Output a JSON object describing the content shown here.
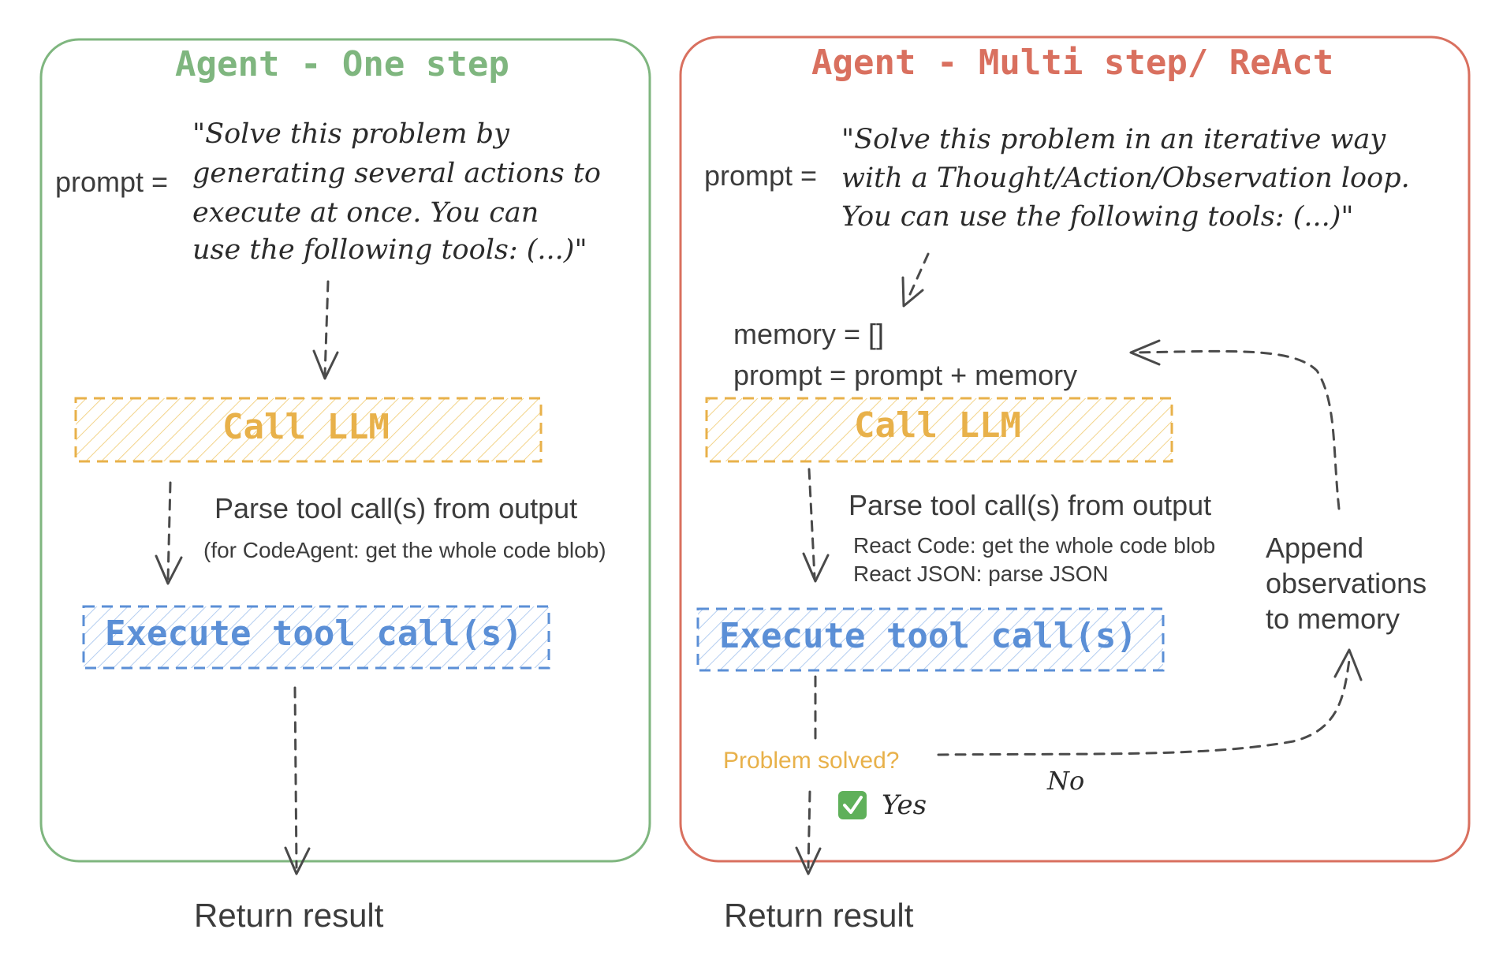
{
  "colors": {
    "green": "#7fb67f",
    "red": "#d9705f",
    "orange": "#e8b14a",
    "blue": "#5b8fd6",
    "arrow": "#4a4a4a",
    "text": "#3c3c3c"
  },
  "left": {
    "title": "Agent - One step",
    "prompt_label": "prompt =",
    "prompt_lines": [
      "\"Solve this problem by",
      "generating several actions to",
      "execute at once. You can",
      "use the following tools: (...)\""
    ],
    "call_llm": "Call LLM",
    "parse_label": "Parse tool call(s) from output",
    "parse_note": "(for CodeAgent: get the whole code blob)",
    "execute": "Execute tool call(s)",
    "return_label": "Return result"
  },
  "right": {
    "title": "Agent - Multi step/ ReAct",
    "prompt_label": "prompt =",
    "prompt_lines": [
      "\"Solve this problem in an iterative way",
      "with a Thought/Action/Observation loop.",
      "You can use the following tools: (...)\""
    ],
    "memory_line": "memory = []",
    "prompt_memory_line": "prompt = prompt + memory",
    "call_llm": "Call LLM",
    "parse_label": "Parse tool call(s) from output",
    "parse_notes": [
      "React Code: get the whole code blob",
      "React JSON: parse JSON"
    ],
    "execute": "Execute tool call(s)",
    "problem_solved": "Problem solved?",
    "no_label": "No",
    "yes_label": "Yes",
    "yes_icon": "check-mark-icon",
    "append_lines": [
      "Append",
      "observations",
      "to memory"
    ],
    "return_label": "Return result"
  }
}
